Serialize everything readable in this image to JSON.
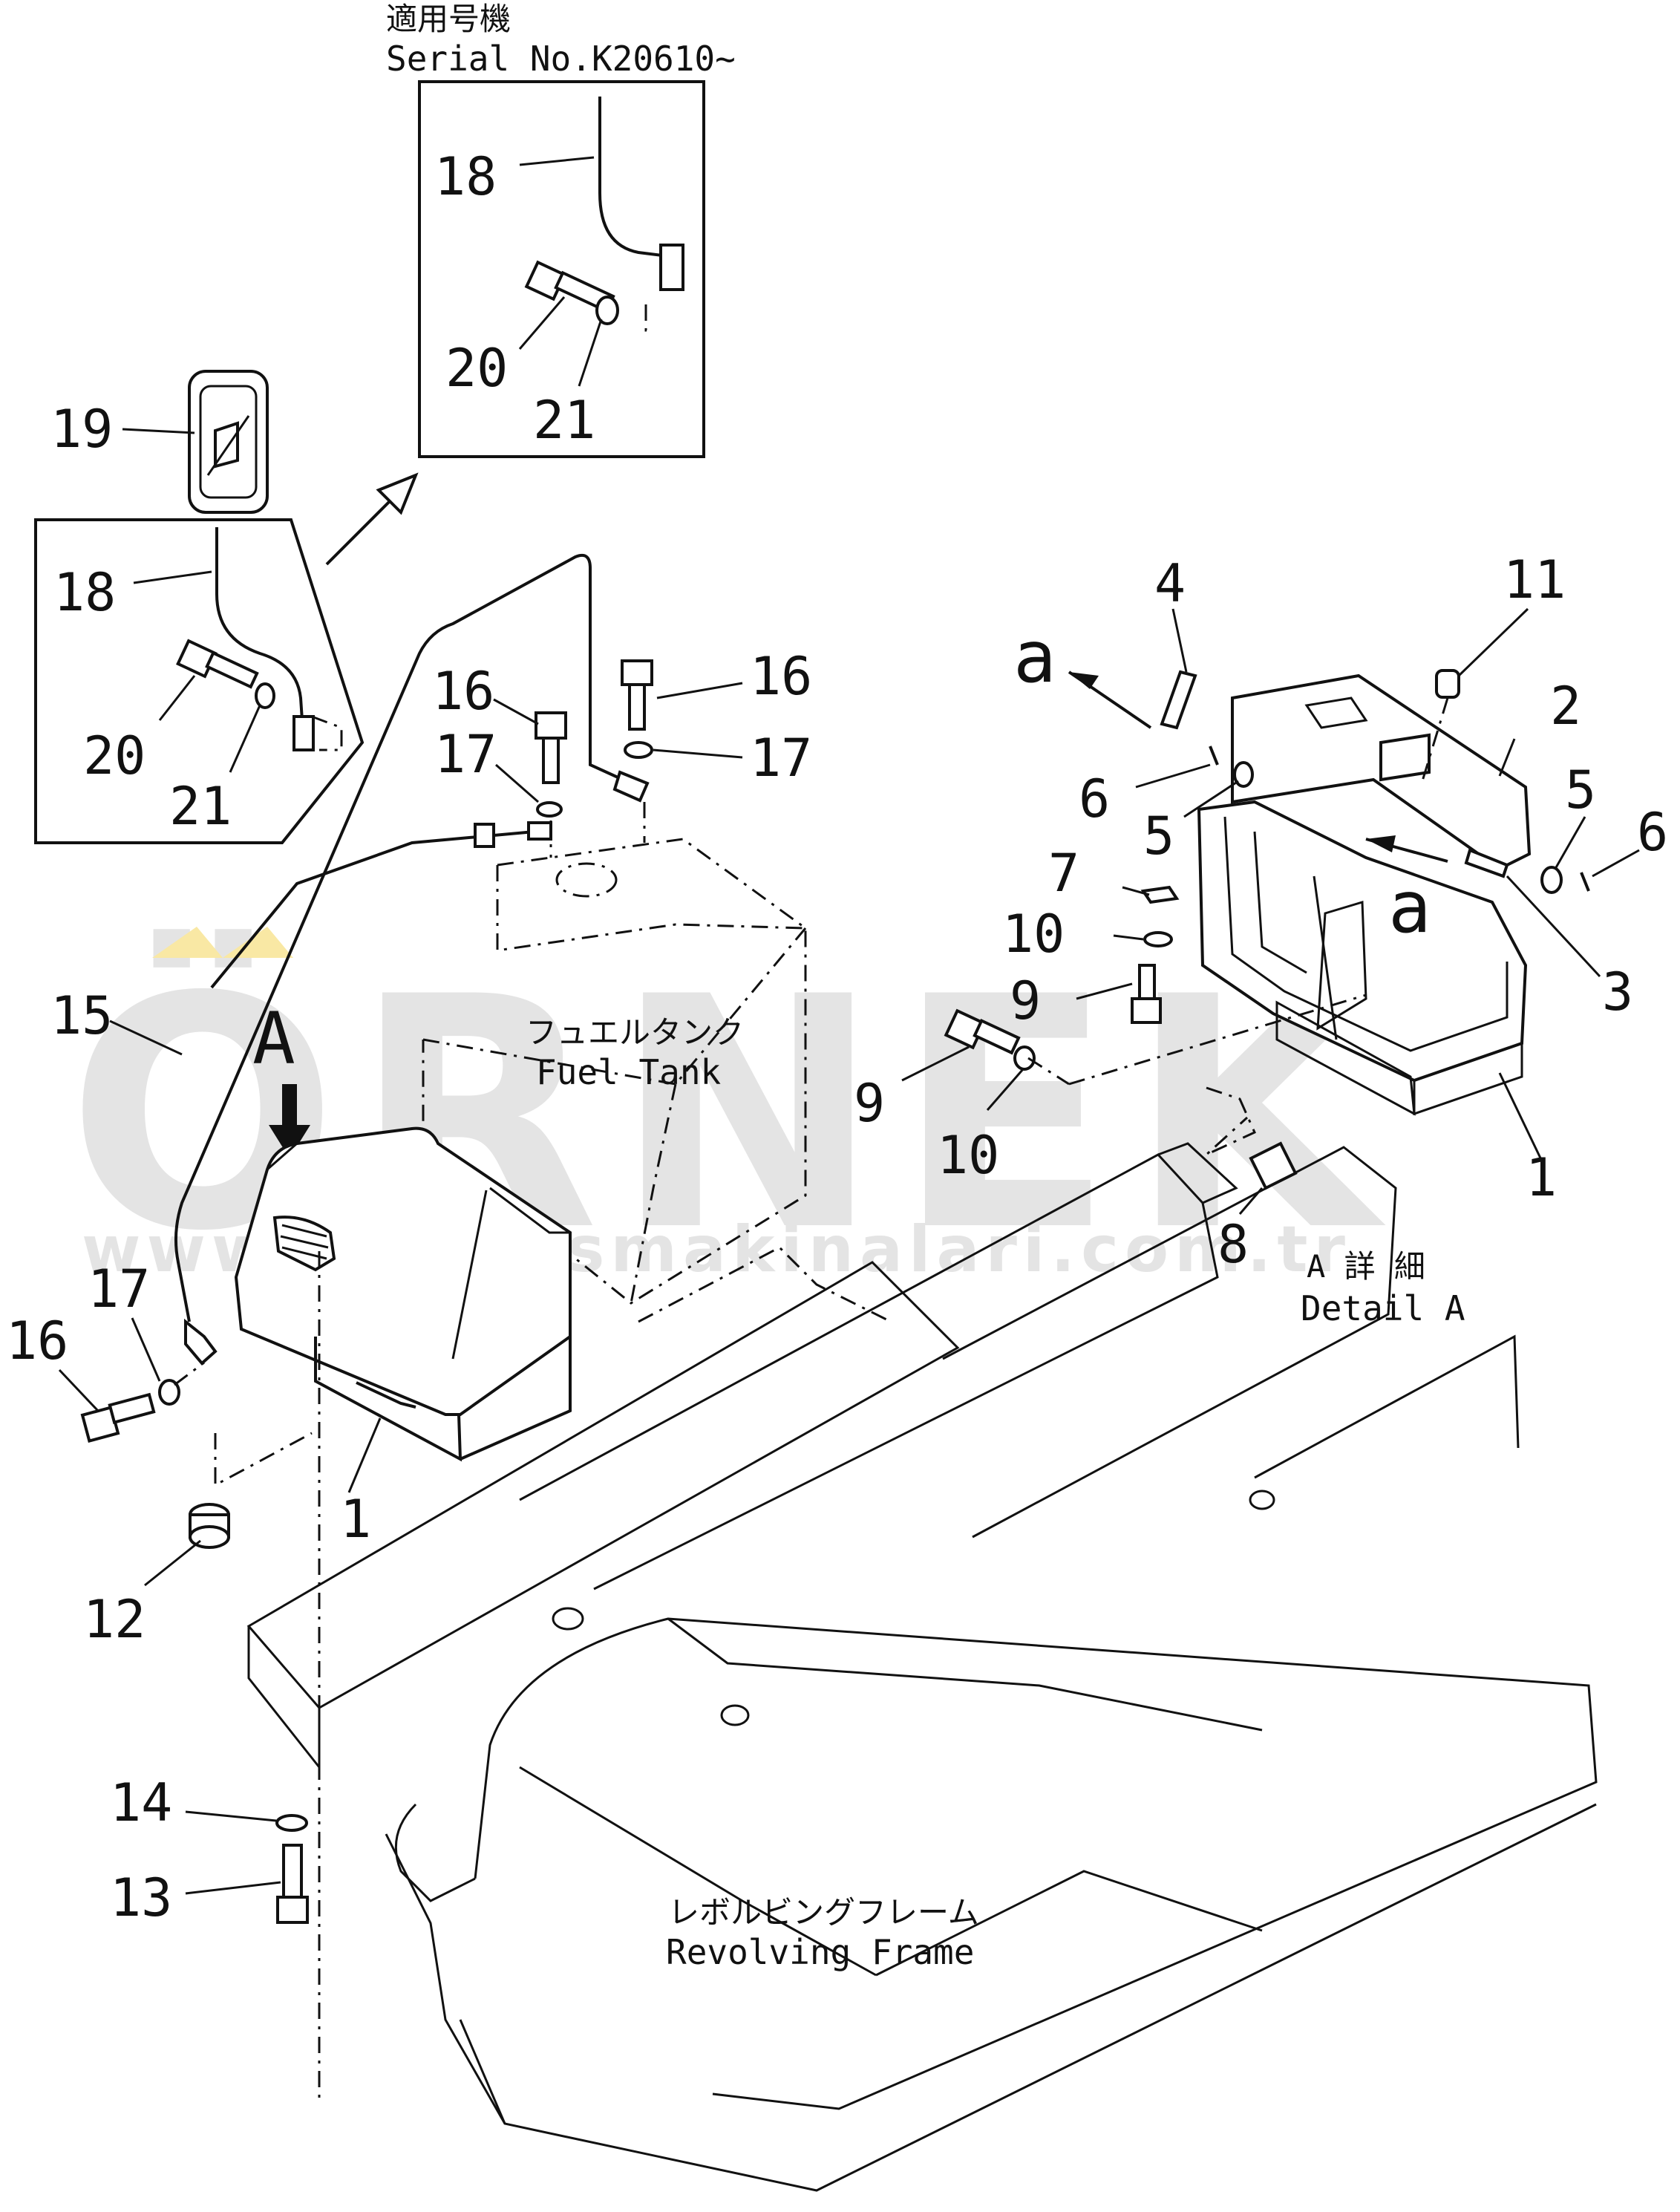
{
  "header": {
    "applicable_jp": "適用号機",
    "serial": "Serial No.K20610~"
  },
  "captions": {
    "fuel_tank_jp": "フュエルタンク",
    "fuel_tank": "Fuel Tank",
    "detail_jp": "A 詳 細",
    "detail": "Detail A",
    "frame_jp": "レボルビングフレーム",
    "frame": "Revolving Frame"
  },
  "view_markers": {
    "view_a": "A",
    "arrow_a1": "a",
    "arrow_a2": "a"
  },
  "watermark": {
    "brand": "ÖRNEK",
    "url": "www.ornekismakinalari.com.tr",
    "brand_color": "#cfcfcf",
    "accent_color": "#f5d65a"
  },
  "callouts": {
    "inset_top": {
      "n18": "18",
      "n20": "20",
      "n21": "21"
    },
    "inset_left": {
      "n18": "18",
      "n20": "20",
      "n21": "21"
    },
    "n19": "19",
    "n16a": "16",
    "n17a": "17",
    "n16b": "16",
    "n17b": "17",
    "n15": "15",
    "n17c": "17",
    "n16c": "16",
    "n1a": "1",
    "n12": "12",
    "n14": "14",
    "n13": "13",
    "detail": {
      "n4": "4",
      "n11": "11",
      "n2": "2",
      "n6a": "6",
      "n5a": "5",
      "n5b": "5",
      "n6b": "6",
      "n7": "7",
      "n10a": "10",
      "n9a": "9",
      "n3": "3",
      "n9b": "9",
      "n10b": "10",
      "n1": "1",
      "n8": "8"
    }
  }
}
